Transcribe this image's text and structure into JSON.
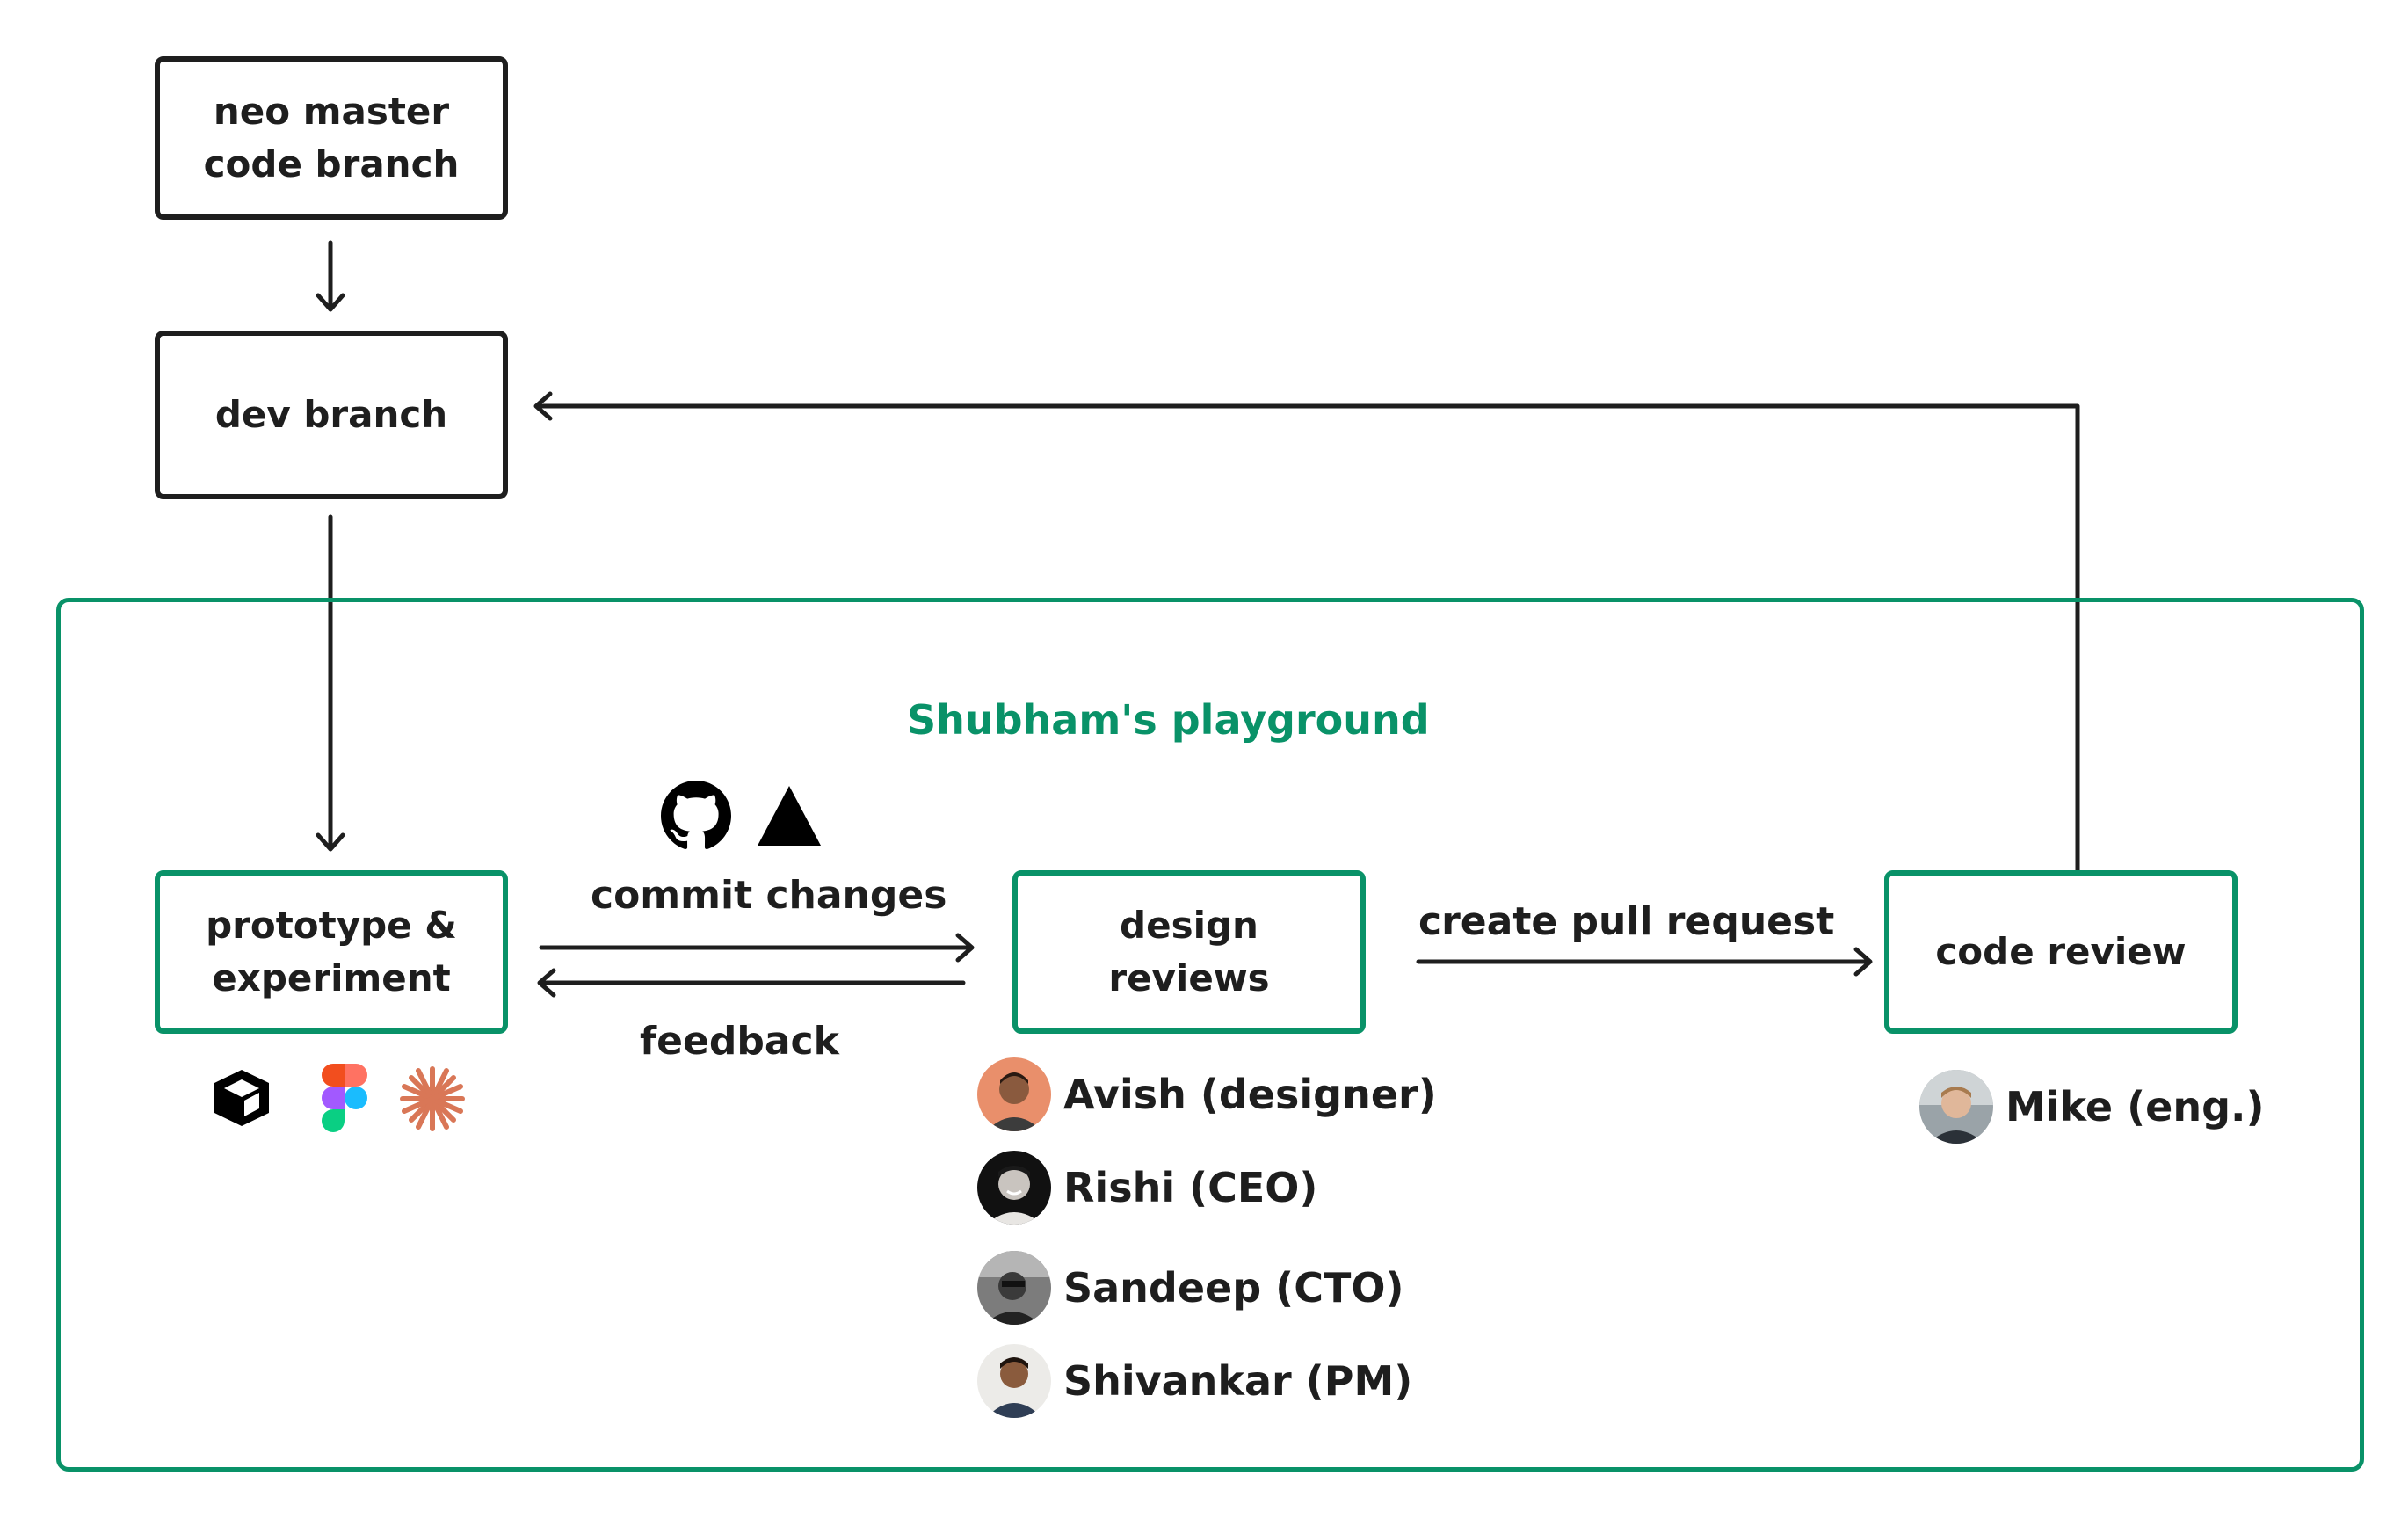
{
  "nodes": {
    "neo_master": "neo master\ncode branch",
    "dev_branch": "dev branch",
    "prototype": "prototype &\nexperiment",
    "design_reviews": "design\nreviews",
    "code_review": "code review"
  },
  "playground_title": "Shubham's playground",
  "edges": {
    "commit": "commit changes",
    "feedback": "feedback",
    "pull_request": "create pull request"
  },
  "design_reviewers": [
    {
      "name": "Avish (designer)",
      "avatar": "avish-avatar"
    },
    {
      "name": "Rishi (CEO)",
      "avatar": "rishi-avatar"
    },
    {
      "name": "Sandeep (CTO)",
      "avatar": "sandeep-avatar"
    },
    {
      "name": "Shivankar (PM)",
      "avatar": "shivankar-avatar"
    }
  ],
  "code_reviewers": [
    {
      "name": "Mike (eng.)",
      "avatar": "mike-avatar"
    }
  ],
  "commit_icons": [
    "github-icon",
    "vercel-triangle-icon"
  ],
  "prototype_tools": [
    "cube-logo-icon",
    "figma-icon",
    "claude-sparkle-icon"
  ],
  "colors": {
    "ink": "#1e1e1e",
    "accent_green": "#099268",
    "claude_orange": "#d97757"
  }
}
